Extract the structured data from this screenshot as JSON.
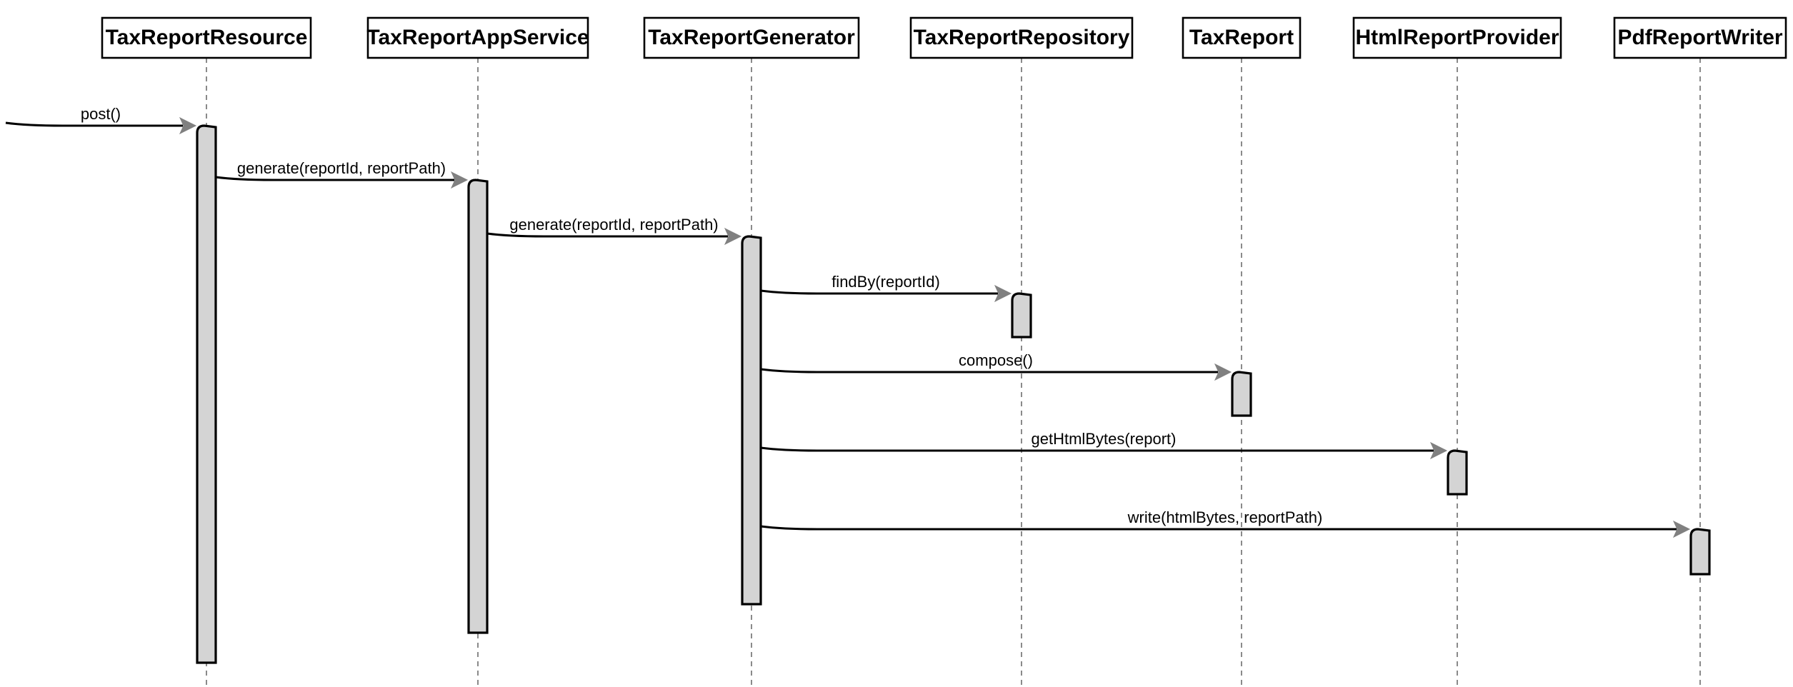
{
  "diagram": {
    "type": "sequence",
    "colors": {
      "box_fill": "#ffffff",
      "box_stroke": "#000000",
      "lifeline": "#8a8a8a",
      "activation_fill": "#d4d4d4",
      "arrow_head": "#808080",
      "text": "#000000"
    },
    "participants": [
      {
        "id": "p0",
        "name": "TaxReportResource"
      },
      {
        "id": "p1",
        "name": "TaxReportAppService"
      },
      {
        "id": "p2",
        "name": "TaxReportGenerator"
      },
      {
        "id": "p3",
        "name": "TaxReportRepository"
      },
      {
        "id": "p4",
        "name": "TaxReport"
      },
      {
        "id": "p5",
        "name": "HtmlReportProvider"
      },
      {
        "id": "p6",
        "name": "PdfReportWriter"
      }
    ],
    "messages": [
      {
        "from": null,
        "to": "p0",
        "label": "post()"
      },
      {
        "from": "p0",
        "to": "p1",
        "label": "generate(reportId, reportPath)"
      },
      {
        "from": "p1",
        "to": "p2",
        "label": "generate(reportId, reportPath)"
      },
      {
        "from": "p2",
        "to": "p3",
        "label": "findBy(reportId)"
      },
      {
        "from": "p2",
        "to": "p4",
        "label": "compose()"
      },
      {
        "from": "p2",
        "to": "p5",
        "label": "getHtmlBytes(report)"
      },
      {
        "from": "p2",
        "to": "p6",
        "label": "write(htmlBytes, reportPath)"
      }
    ]
  }
}
